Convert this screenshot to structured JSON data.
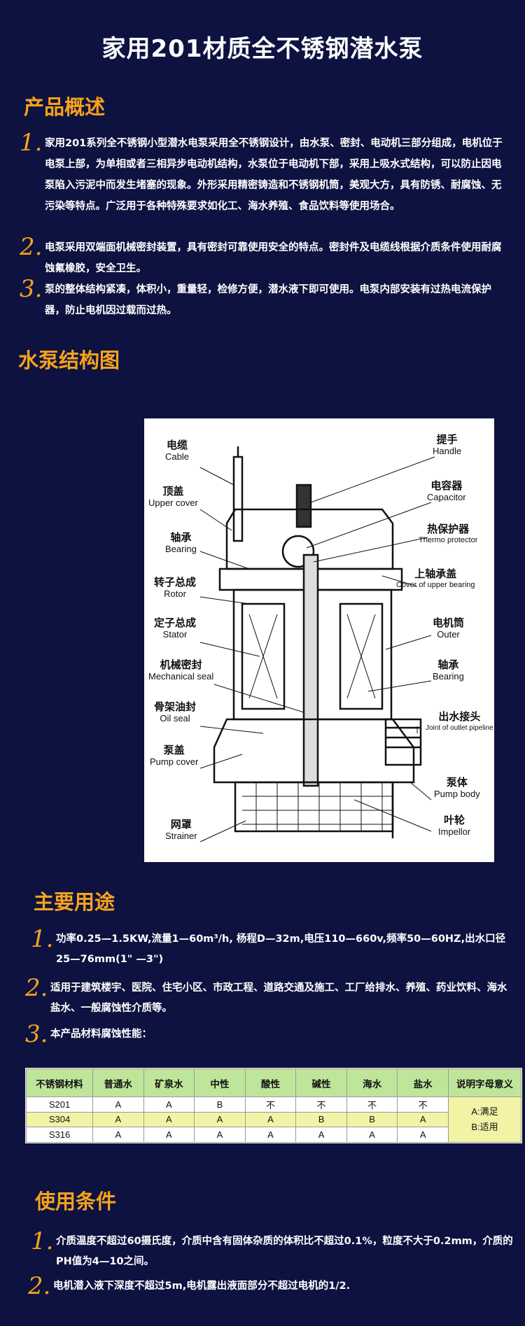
{
  "title": "家用201材质全不锈钢潜水泵",
  "overview": {
    "heading": "产品概述",
    "items": [
      {
        "num": "1.",
        "text": "家用201系列全不锈钢小型潜水电泵采用全不锈钢设计，由水泵、密封、电动机三部分组成，电机位于电泵上部，为单相或者三相异步电动机结构，水泵位于电动机下部，采用上吸水式结构，可以防止因电泵陷入污泥中而发生堵塞的现象。外形采用精密铸造和不锈钢机筒，美观大方，具有防锈、耐腐蚀、无污染等特点。广泛用于各种特殊要求如化工、海水养殖、食品饮料等使用场合。"
      },
      {
        "num": "2.",
        "text": "电泵采用双端面机械密封装置，具有密封可靠使用安全的特点。密封件及电缆线根据介质条件使用耐腐蚀氟橡胶，安全卫生。"
      },
      {
        "num": "3.",
        "text": "泵的整体结构紧凑，体积小，重量轻，检修方便，潜水液下即可使用。电泵内部安装有过热电流保护器，防止电机因过载而过热。"
      }
    ]
  },
  "structure": {
    "heading": "水泵结构图",
    "labels_left": [
      {
        "zh": "电缆",
        "en": "Cable"
      },
      {
        "zh": "顶盖",
        "en": "Upper cover"
      },
      {
        "zh": "轴承",
        "en": "Bearing"
      },
      {
        "zh": "转子总成",
        "en": "Rotor"
      },
      {
        "zh": "定子总成",
        "en": "Stator"
      },
      {
        "zh": "机械密封",
        "en": "Mechanical seal"
      },
      {
        "zh": "骨架油封",
        "en": "Oil seal"
      },
      {
        "zh": "泵盖",
        "en": "Pump cover"
      },
      {
        "zh": "网罩",
        "en": "Strainer"
      }
    ],
    "labels_right": [
      {
        "zh": "提手",
        "en": "Handle"
      },
      {
        "zh": "电容器",
        "en": "Capacitor"
      },
      {
        "zh": "热保护器",
        "en": "Thermo protector"
      },
      {
        "zh": "上轴承盖",
        "en": "Cover of upper bearing"
      },
      {
        "zh": "电机筒",
        "en": "Outer"
      },
      {
        "zh": "轴承",
        "en": "Bearing"
      },
      {
        "zh": "出水接头",
        "en": "Joint of outlet pipeline"
      },
      {
        "zh": "泵体",
        "en": "Pump body"
      },
      {
        "zh": "叶轮",
        "en": "Impellor"
      }
    ]
  },
  "uses": {
    "heading": "主要用途",
    "items": [
      {
        "num": "1.",
        "text": "功率0.25—1.5KW,流量1—60m³/h, 杨程D—32m,电压110—660v,频率50—60HZ,出水口径25—76mm(1\" —3\")"
      },
      {
        "num": "2.",
        "text": "适用于建筑楼宇、医院、住宅小区、市政工程、道路交通及施工、工厂给排水、养殖、药业饮料、海水盐水、一般腐蚀性介质等。"
      },
      {
        "num": "3.",
        "text": "本产品材料腐蚀性能："
      }
    ]
  },
  "table": {
    "headers": [
      "不锈钢材料",
      "普通水",
      "矿泉水",
      "中性",
      "酸性",
      "碱性",
      "海水",
      "盐水",
      "说明字母意义"
    ],
    "rows": [
      [
        "S201",
        "A",
        "A",
        "B",
        "不",
        "不",
        "不",
        "不"
      ],
      [
        "S304",
        "A",
        "A",
        "A",
        "A",
        "B",
        "B",
        "A"
      ],
      [
        "S316",
        "A",
        "A",
        "A",
        "A",
        "A",
        "A",
        "A"
      ]
    ],
    "legend": [
      "A:满足",
      "B:适用"
    ]
  },
  "conditions": {
    "heading": "使用条件",
    "items": [
      {
        "num": "1.",
        "text": "介质温度不超过60摄氏度，介质中含有固体杂质的体积比不超过0.1%，粒度不大于0.2mm，介质的PH值为4—10之间。"
      },
      {
        "num": "2.",
        "text": "电机潜入液下深度不超过5m,电机露出液面部分不超过电机的1/2."
      }
    ]
  },
  "colors": {
    "background": "#0d1240",
    "accent": "#f6a21c",
    "table_header": "#bfe59a",
    "table_highlight": "#f3f3a6"
  }
}
